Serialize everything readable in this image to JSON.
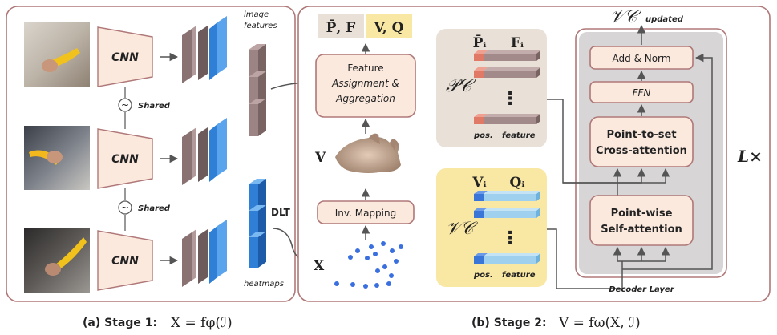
{
  "stage1": {
    "cnn_label": "CNN",
    "shared_label": "Shared",
    "image_features_line1": "image",
    "image_features_line2": "features",
    "heatmaps_label": "heatmaps",
    "dlt_label": "DLT",
    "x_label": "X",
    "caption_prefix": "(a) Stage 1:",
    "caption_formula": "X = fφ(ℐ)"
  },
  "stage2": {
    "pf_label": "P̄, F",
    "vq_label": "V, Q",
    "feature_box_line1": "Feature",
    "feature_box_line2": "Assignment &",
    "feature_box_line3": "Aggregation",
    "v_label": "V",
    "inv_mapping_label": "Inv. Mapping",
    "pc_symbol": "𝒫𝒞",
    "pc_col1": "P̄ᵢ",
    "pc_col2": "Fᵢ",
    "vc_symbol": "𝒱𝒞",
    "vc_col1": "Vᵢ",
    "vc_col2": "Qᵢ",
    "pos_label": "pos.",
    "feature_label": "feature",
    "dots": "⋮",
    "vc_updated_symbol": "𝒱𝒞",
    "vc_updated_suffix": "updated",
    "add_norm": "Add & Norm",
    "ffn": "FFN",
    "cross_line1": "Point-to-set",
    "cross_line2": "Cross-attention",
    "self_line1": "Point-wise",
    "self_line2": "Self-attention",
    "l_times": "L×",
    "decoder_layer": "Decoder Layer",
    "caption_prefix": "(b) Stage 2:",
    "caption_formula": "V = fω(X, ℐ)"
  },
  "colors": {
    "panel_border": "#b07878",
    "box_fill": "#fbe9de",
    "pc_bg": "#e9e1d8",
    "vc_bg": "#f9e7a4",
    "feature_gray": "#a38a8a",
    "heatmap_blue": "#2f7fd6",
    "vc_light_blue": "#9fd0ee",
    "pos_red": "#e07a66",
    "pos_blue": "#3a76d8",
    "decoder_gray": "#d7d5d6"
  }
}
